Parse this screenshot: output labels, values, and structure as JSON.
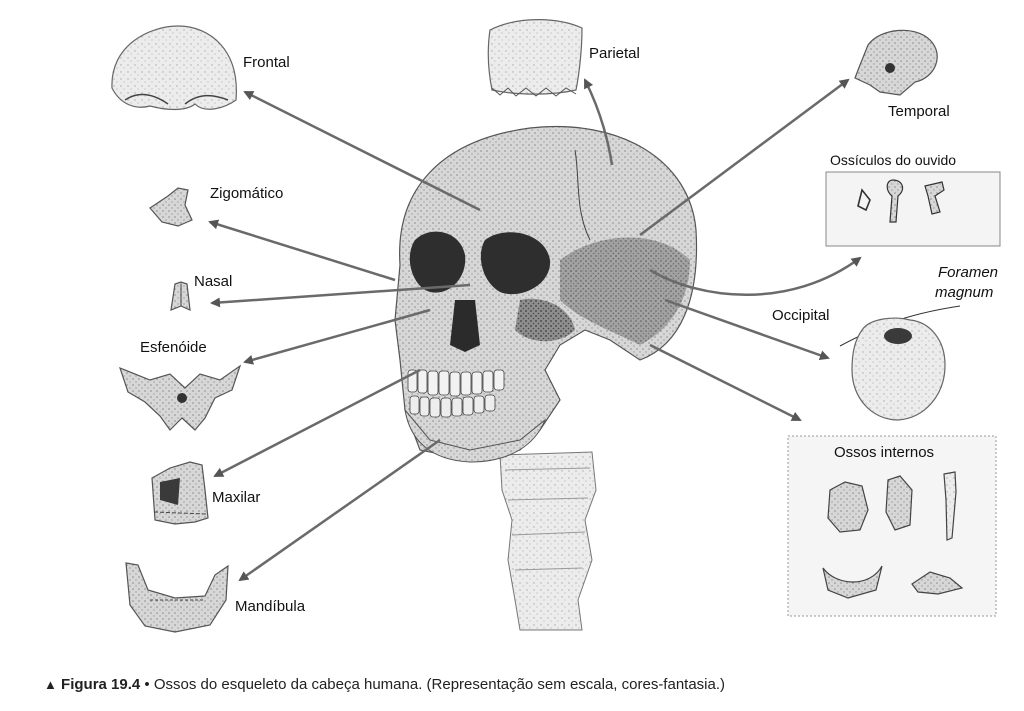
{
  "labels": {
    "frontal": "Frontal",
    "parietal": "Parietal",
    "temporal": "Temporal",
    "zigomatico": "Zigomático",
    "nasal": "Nasal",
    "esfenoide": "Esfenóide",
    "maxilar": "Maxilar",
    "mandibula": "Mandíbula",
    "ossiculos": "Ossículos do ouvido",
    "foramen_line1": "Foramen",
    "foramen_line2": "magnum",
    "occipital": "Occipital",
    "ossos_internos": "Ossos internos"
  },
  "caption": {
    "marker": "▲",
    "figure": "Figura 19.4",
    "bullet": "•",
    "text": "Ossos do esqueleto da cabeça humana. (Representação sem escala, cores-fantasia.)"
  }
}
